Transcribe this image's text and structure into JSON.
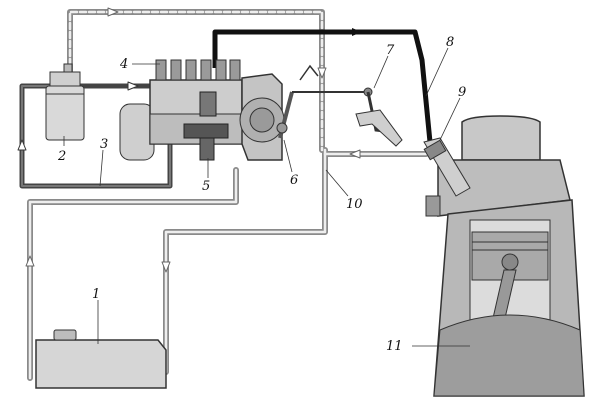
{
  "labels": {
    "l1": "1",
    "l2": "2",
    "l3": "3",
    "l4": "4",
    "l5": "5",
    "l6": "6",
    "l7": "7",
    "l8": "8",
    "l9": "9",
    "l10": "10",
    "l11": "11"
  },
  "colors": {
    "line_outline": "#8a8a8a",
    "line_fill": "#e9e9e9",
    "high_pressure": "#111111",
    "component_fill": "#d6d6d6",
    "component_dark": "#9a9a9a",
    "component_stroke": "#333333"
  }
}
